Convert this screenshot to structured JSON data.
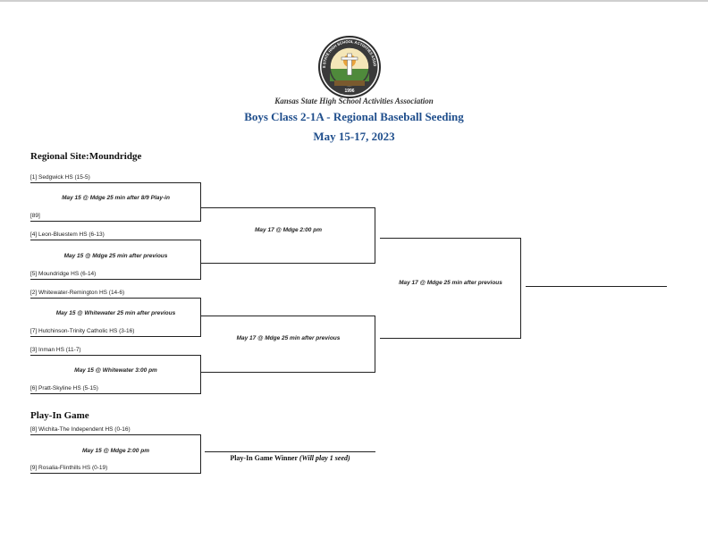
{
  "header": {
    "association": "Kansas State High School Activities Association",
    "title": "Boys Class 2-1A - Regional Baseball Seeding",
    "dates": "May 15-17, 2023",
    "seal_text": "KANSAS STATE HIGH SCHOOL ACTIVITIES ASSOCIATION",
    "seal_year": "1996"
  },
  "regional": {
    "site_label": "Regional Site:Moundridge",
    "teams": [
      "[1] Sedgwick HS    (15-5)",
      "[89]",
      "[4] Leon-Bluestem HS    (6-13)",
      "[5] Moundridge HS    (6-14)",
      "[2] Whitewater-Remington HS    (14-6)",
      "[7] Hutchinson-Trinity Catholic HS    (3-16)",
      "[3] Inman HS    (11-7)",
      "[6] Pratt-Skyline HS    (5-15)"
    ],
    "round1_games": [
      "May 15 @ Mdge 25 min after 8/9 Play-in",
      "May 15 @ Mdge 25 min after previous",
      "May 15 @ Whitewater 25 min after previous",
      "May 15 @ Whitewater 3:00 pm"
    ],
    "semifinal_games": [
      "May 17 @ Mdge 2:00 pm",
      "May 17 @ Mdge 25 min after previous"
    ],
    "final_game": "May 17 @ Mdge 25 min after previous"
  },
  "playin": {
    "label": "Play-In Game",
    "teams": [
      "[8] Wichita-The Independent HS    (0-16)",
      "[9] Rosalia-Flinthills HS    (0-19)"
    ],
    "game": "May 15 @ Mdge 2:00 pm",
    "winner_label": "Play-In Game Winner",
    "winner_note": "(Will play 1 seed)"
  }
}
